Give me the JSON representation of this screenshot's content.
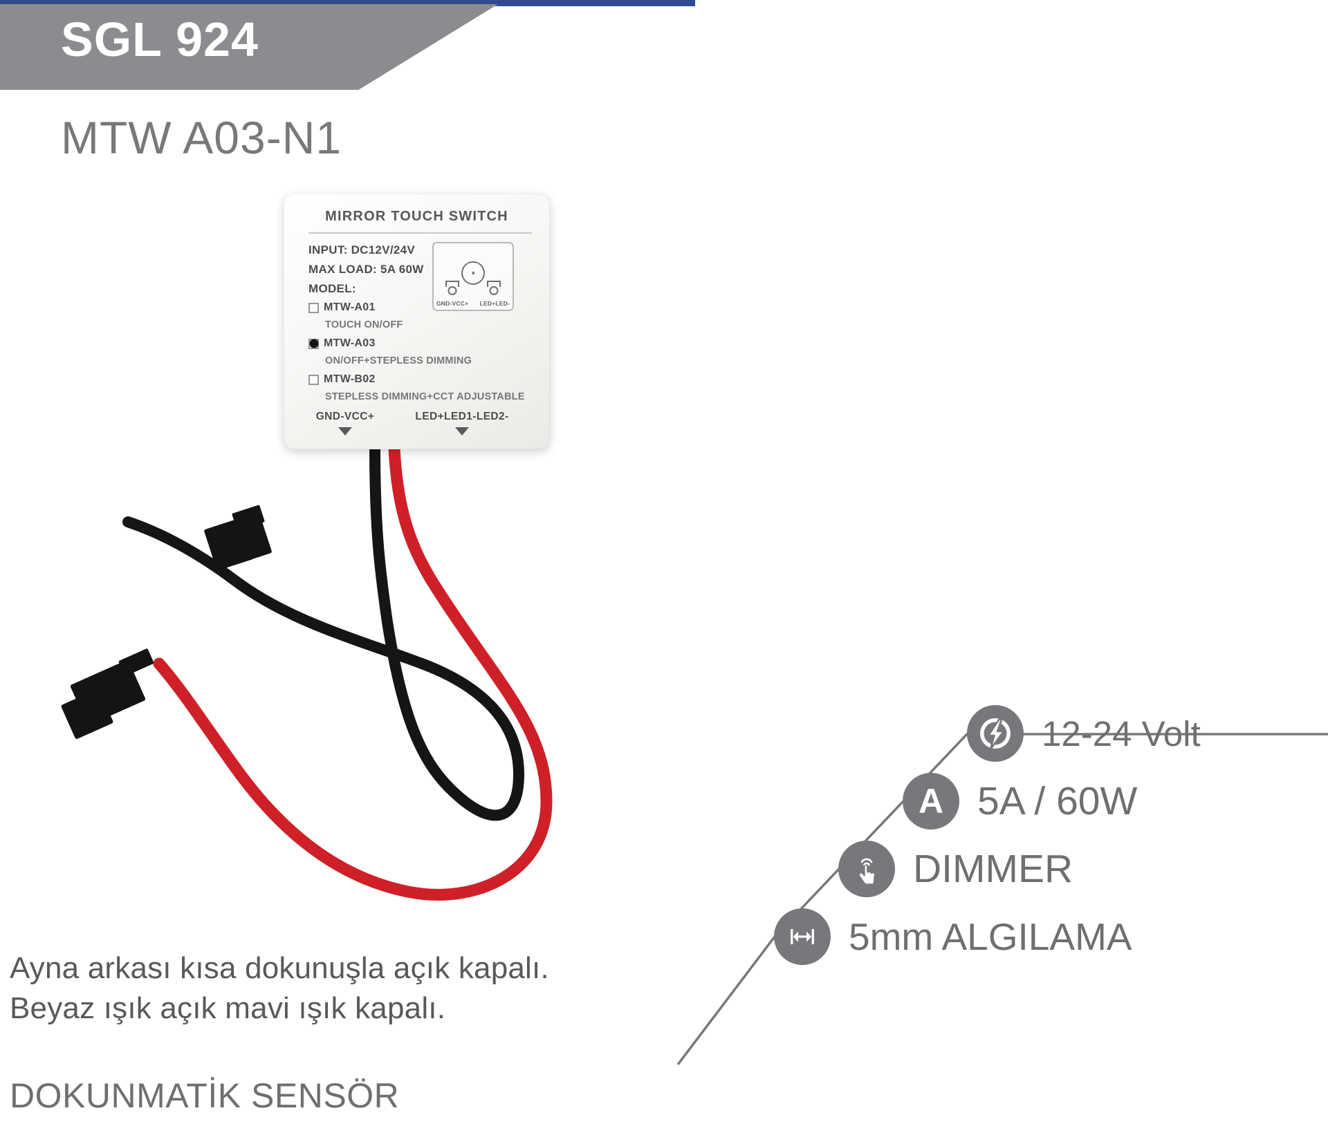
{
  "header": {
    "code": "SGL 924",
    "model": "MTW A03-N1",
    "accent_blue": "#2e4b8f",
    "banner_gray": "#8c8c90"
  },
  "device_label": {
    "title": "MIRROR TOUCH SWITCH",
    "input": "INPUT: DC12V/24V",
    "max_load": "MAX LOAD: 5A 60W",
    "model_heading": "MODEL:",
    "options": [
      {
        "name": "MTW-A01",
        "description": "TOUCH ON/OFF",
        "selected": false
      },
      {
        "name": "MTW-A03",
        "description": "ON/OFF+STEPLESS DIMMING",
        "selected": true
      },
      {
        "name": "MTW-B02",
        "description": "STEPLESS DIMMING+CCT ADJUSTABLE",
        "selected": false
      }
    ],
    "diagram": {
      "left_terminal": "GND-VCC+",
      "right_terminal": "LED+LED-"
    },
    "terminals": [
      {
        "label": "GND-VCC+"
      },
      {
        "label": "LED+LED1-LED2-"
      }
    ]
  },
  "description": {
    "line1": "Ayna arkası kısa dokunuşla açık kapalı.",
    "line2": "Beyaz ışık açık mavi ışık kapalı."
  },
  "bottom_heading": "DOKUNMATİK SENSÖR",
  "features": [
    {
      "icon": "lightning-bolt-icon",
      "label": "12-24 Volt"
    },
    {
      "icon": "ampere-letter-a-icon",
      "label": "5A / 60W"
    },
    {
      "icon": "touch-finger-icon",
      "label": "DIMMER"
    },
    {
      "icon": "distance-arrows-icon",
      "label": "5mm ALGILAMA"
    }
  ],
  "colors": {
    "gray_icon": "#77787b",
    "text_gray": "#6e6f72",
    "wire_red": "#cf2027",
    "wire_black": "#151515"
  }
}
